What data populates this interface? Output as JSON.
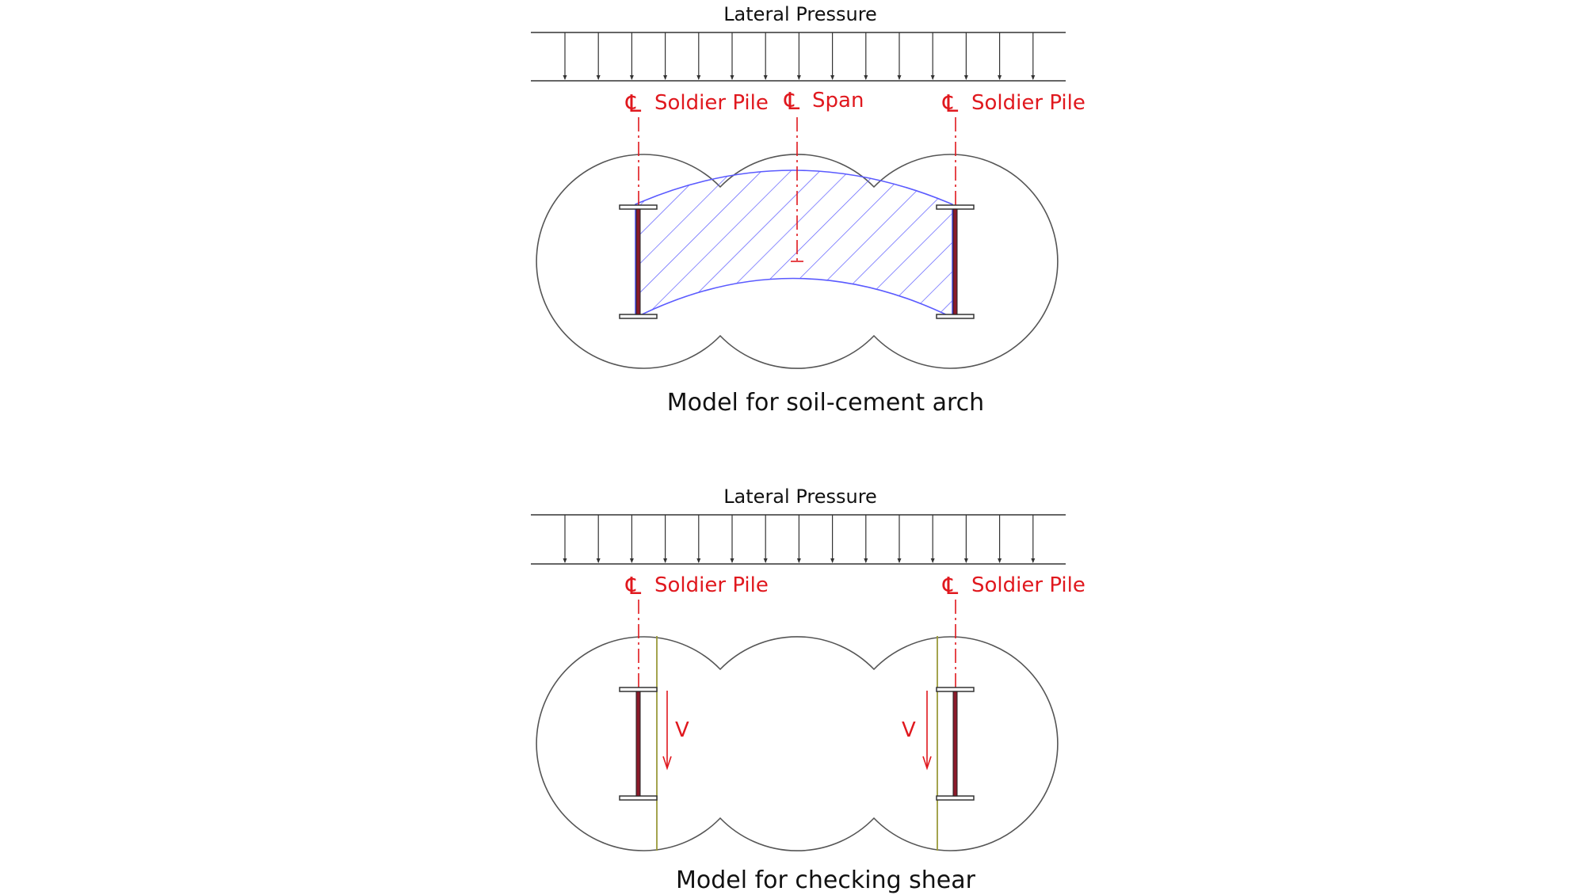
{
  "colors": {
    "outline": "#555555",
    "centerline": "#e0181e",
    "arch_hatch": "#5a5aff",
    "shear_line": "#9a9a3a",
    "pile_web": "#8b1a2a"
  },
  "panels": [
    {
      "pressure_label": "Lateral Pressure",
      "centerlines": [
        {
          "symbol": "℄",
          "label": "Soldier Pile"
        },
        {
          "symbol": "℄",
          "label": "Span"
        },
        {
          "symbol": "℄",
          "label": "Soldier Pile"
        }
      ],
      "caption": "Model for soil-cement arch"
    },
    {
      "pressure_label": "Lateral Pressure",
      "centerlines": [
        {
          "symbol": "℄",
          "label": "Soldier Pile"
        },
        {
          "symbol": "℄",
          "label": "Soldier Pile"
        }
      ],
      "shear_labels": [
        "V",
        "V"
      ],
      "caption": "Model for checking shear"
    }
  ]
}
